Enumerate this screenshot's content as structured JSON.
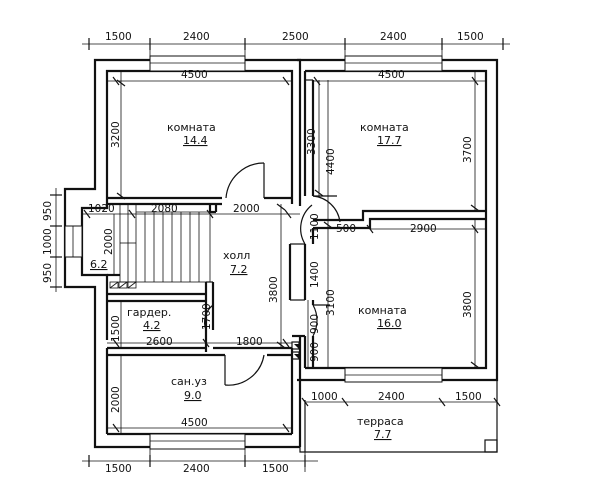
{
  "rooms": {
    "room1": {
      "name": "комната",
      "area": "14.4"
    },
    "room2": {
      "name": "комната",
      "area": "17.7"
    },
    "room3": {
      "name": "комната",
      "area": "16.0"
    },
    "hall": {
      "name": "холл",
      "area": "7.2"
    },
    "wardrobe": {
      "name": "гардер.",
      "area": "4.2"
    },
    "bathroom": {
      "name": "сан.уз",
      "area": "9.0"
    },
    "terrace": {
      "name": "терраса",
      "area": "7.7"
    },
    "stairs": {
      "area": "6.2"
    }
  },
  "dims": {
    "top": [
      "1500",
      "2400",
      "2500",
      "2400",
      "1500"
    ],
    "bottom": [
      "1500",
      "2400",
      "1500"
    ],
    "left": [
      "950",
      "1000",
      "950"
    ],
    "room1_w": "4500",
    "room1_h": "3200",
    "room2_w": "4500",
    "room2_h_outer": "4400",
    "room2_h_inner": "3300",
    "room2_h_right": "3700",
    "stair_a": "1020",
    "stair_b": "2080",
    "stair_c": "2000",
    "stair_h": "2000",
    "hall_h": "3800",
    "door_1100": "1100",
    "door_1400": "1400",
    "door_900a": "900",
    "door_900b": "900",
    "d_500": "500",
    "room3_w": "2900",
    "room3_h_left": "3100",
    "room3_h_right": "3800",
    "wardrobe_h": "1500",
    "wardrobe_w2": "1700",
    "corridor_a": "2600",
    "corridor_b": "1800",
    "bath_h": "2000",
    "bath_w": "4500",
    "terr_a": "1000",
    "terr_b": "2400",
    "terr_c": "1500"
  }
}
